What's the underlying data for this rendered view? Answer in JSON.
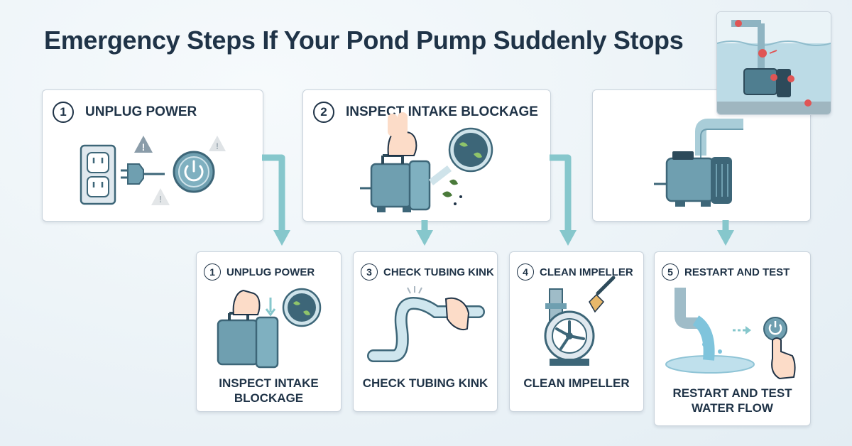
{
  "title": "Emergency Steps If Your Pond Pump Suddenly Stops",
  "top_steps": [
    {
      "number": "1",
      "label": "UNPLUG POWER"
    },
    {
      "number": "2",
      "label": "INSPECT INTAKE BLOCKAGE"
    }
  ],
  "bottom_steps": [
    {
      "number": "1",
      "label": "UNPLUG POWER",
      "caption": "INSPECT INTAKE BLOCKAGE"
    },
    {
      "number": "3",
      "label": "CHECK TUBING KINK",
      "caption": "CHECK TUBING KINK"
    },
    {
      "number": "4",
      "label": "CLEAN IMPELLER",
      "caption": "CLEAN IMPELLER"
    },
    {
      "number": "5",
      "label": "RESTART AND TEST",
      "caption": "RESTART AND TEST WATER FLOW"
    }
  ],
  "colors": {
    "navy": "#1f3347",
    "teal": "#86c7cc",
    "pump": "#6f9fb0",
    "pump_dark": "#3d6678",
    "alert_red": "#e05555"
  },
  "icons": [
    "power-outlet-icon",
    "plug-icon",
    "power-button-icon",
    "warning-icon",
    "pump-icon",
    "hand-icon",
    "intake-screen-icon",
    "leaf-icon",
    "tubing-icon",
    "impeller-icon",
    "brush-icon",
    "water-splash-icon"
  ]
}
